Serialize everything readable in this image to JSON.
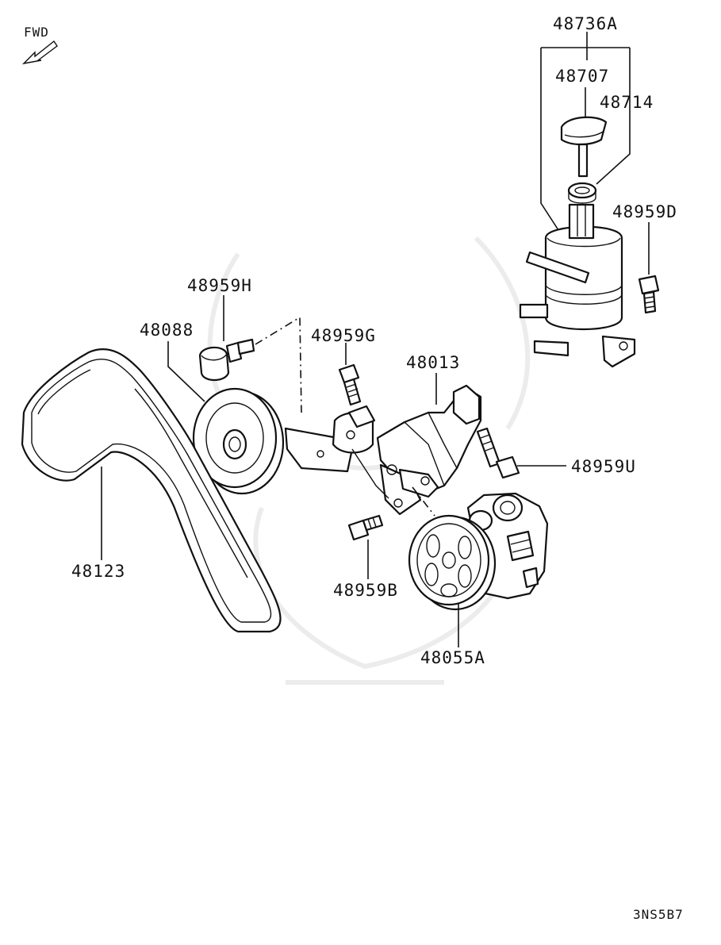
{
  "fwd_label": "FWD",
  "diagram_code": "3NS5B7",
  "parts": {
    "reservoir_assy": "48736A",
    "reservoir_cap": "48707",
    "reservoir_seal": "48714",
    "reservoir_bolt": "48959D",
    "idler_bolt": "48959H",
    "idler_pulley": "48088",
    "bracket_bolt_g": "48959G",
    "pump_bracket": "48013",
    "bracket_bolt_u": "48959U",
    "belt": "48123",
    "pump_bolt_b": "48959B",
    "pump_assy": "48055A"
  }
}
